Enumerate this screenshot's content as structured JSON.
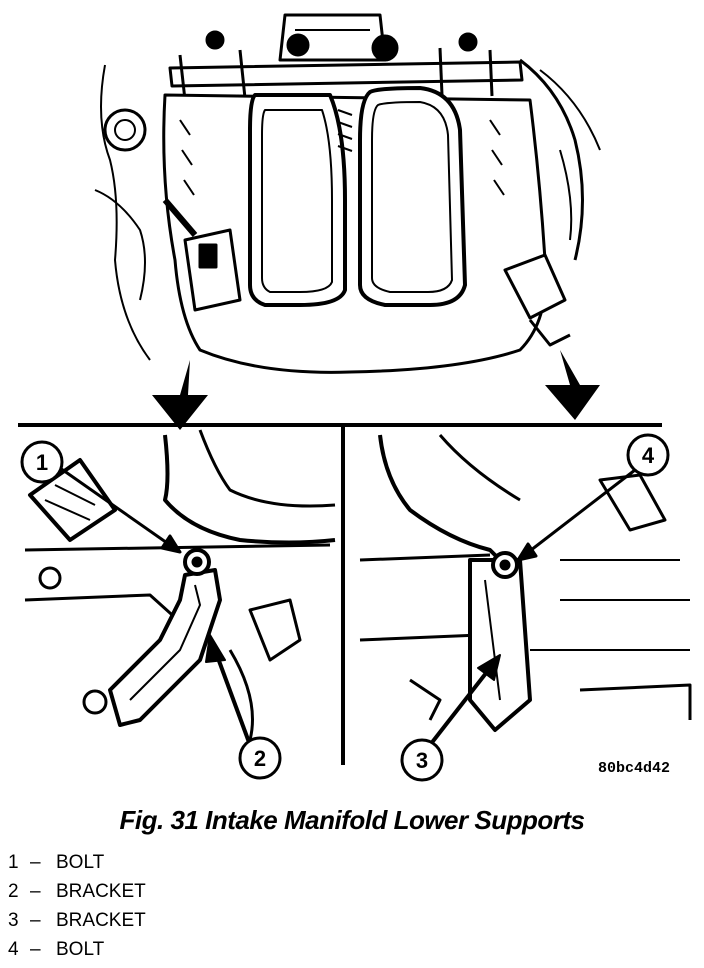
{
  "figure": {
    "code": "80bc4d42",
    "caption": "Fig. 31 Intake Manifold Lower Supports"
  },
  "callouts": [
    "1",
    "2",
    "3",
    "4"
  ],
  "legend": [
    {
      "number": "1",
      "dash": "–",
      "label": "BOLT"
    },
    {
      "number": "2",
      "dash": "–",
      "label": "BRACKET"
    },
    {
      "number": "3",
      "dash": "–",
      "label": "BRACKET"
    },
    {
      "number": "4",
      "dash": "–",
      "label": "BOLT"
    }
  ]
}
